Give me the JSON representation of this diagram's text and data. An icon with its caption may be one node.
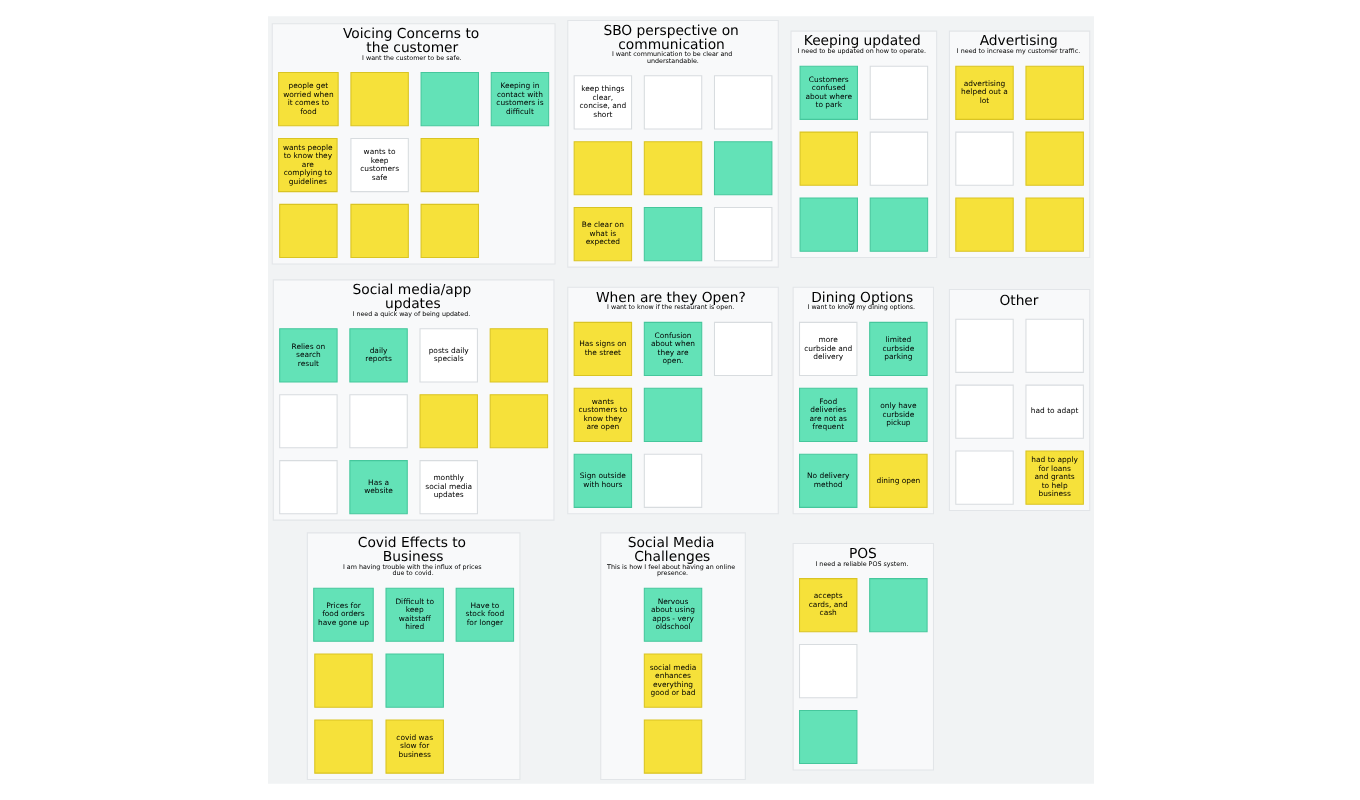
{
  "diagram": {
    "nodes": [
      {
        "text": [
          "SBO perspective on communication",
          "I want communication to be clear and understandable."
        ]
      },
      {
        "text": [
          "keep things clear, concise, and short"
        ],
        "in": 0
      },
      {
        "text": [],
        "shape": "box",
        "in": 0
      },
      {
        "text": [
          "Be clear on what is expected"
        ],
        "in": 0
      },
      {
        "text": [],
        "shape": "box",
        "in": 0
      },
      {
        "text": [],
        "shape": "box",
        "in": 0
      },
      {
        "text": [],
        "shape": "box",
        "in": 0
      },
      {
        "text": [],
        "shape": "box",
        "in": 0
      },
      {
        "text": [],
        "shape": "box",
        "in": 0
      },
      {
        "text": [],
        "shape": "box",
        "in": 0
      },
      {
        "text": [
          "Keeping updated",
          "I need to be updated on how to operate."
        ]
      },
      {
        "text": [
          "Customers confused about where to park"
        ],
        "in": 10
      },
      {
        "text": [],
        "shape": "box",
        "in": 10
      },
      {
        "text": [],
        "shape": "box",
        "in": 10
      },
      {
        "text": [],
        "shape": "box",
        "in": 10
      },
      {
        "text": [],
        "shape": "box",
        "in": 10
      },
      {
        "text": [],
        "shape": "box",
        "in": 10
      },
      {
        "text": [
          "Social media/app updates",
          "I need a quick way of being updated."
        ]
      },
      {
        "text": [
          "Relies on search result"
        ],
        "in": 17
      },
      {
        "text": [],
        "shape": "box",
        "in": 17
      },
      {
        "text": [],
        "shape": "box",
        "in": 17
      },
      {
        "text": [
          "daily reports"
        ],
        "in": 17
      },
      {
        "text": [],
        "shape": "box",
        "in": 17
      },
      {
        "text": [
          "Has a website"
        ],
        "in": 17
      },
      {
        "text": [
          "posts daily specials"
        ],
        "in": 17
      },
      {
        "text": [],
        "shape": "box",
        "in": 17
      },
      {
        "text": [
          "monthly social media updates"
        ],
        "in": 17
      },
      {
        "text": [],
        "shape": "box",
        "in": 17
      },
      {
        "text": [],
        "shape": "box",
        "in": 17
      },
      {
        "text": [
          "When are they Open?",
          "I want to know if the restaurant is open."
        ]
      },
      {
        "text": [
          "Has signs on the street"
        ],
        "in": 29
      },
      {
        "text": [
          "wants customers to know they are open"
        ],
        "in": 29
      },
      {
        "text": [
          "Sign outside with hours"
        ],
        "in": 29
      },
      {
        "text": [
          "Confusion about when they are open."
        ],
        "in": 29
      },
      {
        "text": [],
        "shape": "box",
        "in": 29
      },
      {
        "text": [],
        "shape": "box",
        "in": 29
      },
      {
        "text": [],
        "shape": "box",
        "in": 29
      },
      {
        "text": [
          "Voicing Concerns to the customer",
          "I want the customer to be safe."
        ]
      },
      {
        "text": [
          "wants people to know they are complying to guidelines"
        ],
        "in": 37
      },
      {
        "text": [],
        "shape": "box",
        "in": 37
      },
      {
        "text": [
          "people get worried when it comes to food"
        ],
        "in": 37
      },
      {
        "text": [],
        "shape": "box",
        "in": 37
      },
      {
        "text": [
          "wants to keep customers safe"
        ],
        "in": 37
      },
      {
        "text": [],
        "shape": "box",
        "in": 37
      },
      {
        "text": [],
        "shape": "box",
        "in": 37
      },
      {
        "text": [],
        "shape": "box",
        "in": 37
      },
      {
        "text": [],
        "shape": "box",
        "in": 37
      },
      {
        "text": [
          "Keeping in contact with customers is difficult"
        ],
        "in": 37
      },
      {
        "text": [
          "Dining Options",
          "I want to know my dining options."
        ]
      },
      {
        "text": [
          "more curbside and delivery"
        ],
        "in": 48
      },
      {
        "text": [
          "Food deliveries are not as frequent"
        ],
        "in": 48
      },
      {
        "text": [
          "No delivery method"
        ],
        "in": 48
      },
      {
        "text": [
          "limited curbside parking"
        ],
        "in": 48
      },
      {
        "text": [
          "only have curbside pickup"
        ],
        "in": 48
      },
      {
        "text": [
          "dining open"
        ],
        "in": 48
      },
      {
        "text": [
          "POS",
          "I need a reliable POS system."
        ]
      },
      {
        "text": [
          "accepts cards, and cash"
        ],
        "in": 55
      },
      {
        "text": [],
        "shape": "box",
        "in": 55
      },
      {
        "text": [],
        "shape": "box",
        "in": 55
      },
      {
        "text": [],
        "shape": "box",
        "in": 55
      },
      {
        "text": [
          "Advertising",
          "I need to increase my customer traffic."
        ]
      },
      {
        "text": [
          "advertising helped out a lot"
        ],
        "in": 60
      },
      {
        "text": [],
        "shape": "box",
        "in": 60
      },
      {
        "text": [],
        "shape": "box",
        "in": 60
      },
      {
        "text": [],
        "shape": "box",
        "in": 60
      },
      {
        "text": [],
        "shape": "box",
        "in": 60
      },
      {
        "text": [],
        "shape": "box",
        "in": 60
      },
      {
        "text": [
          "Social Media Challenges",
          "This is how I feel about having an online presence."
        ]
      },
      {
        "text": [
          "Nervous about using apps - very oldschool"
        ],
        "in": 67
      },
      {
        "text": [
          "social media enhances everything good or bad"
        ],
        "in": 67
      },
      {
        "text": [],
        "shape": "box",
        "in": 67
      },
      {
        "text": [
          "Covid Effects to Business",
          "I am having trouble with the influx of prices due to covid."
        ]
      },
      {
        "text": [],
        "shape": "box",
        "in": 71
      },
      {
        "text": [],
        "shape": "box",
        "in": 71
      },
      {
        "text": [
          "Difficult to keep waitstaff hired"
        ],
        "in": 71
      },
      {
        "text": [],
        "shape": "box",
        "in": 71
      },
      {
        "text": [
          "covid was slow for business"
        ],
        "in": 71
      },
      {
        "text": [
          "Prices for food orders have gone up"
        ],
        "in": 71
      },
      {
        "text": [
          "Have to stock food for longer"
        ],
        "in": 71
      },
      {
        "text": [
          "Other"
        ]
      },
      {
        "text": [],
        "shape": "box",
        "in": 79
      },
      {
        "text": [],
        "shape": "box",
        "in": 79
      },
      {
        "text": [],
        "shape": "box",
        "in": 79
      },
      {
        "text": [],
        "shape": "box",
        "in": 79
      },
      {
        "text": [
          "had to adapt"
        ],
        "in": 79
      },
      {
        "text": [
          "had to apply for loans and grants to help business"
        ],
        "in": 79
      }
    ],
    "edges": []
  }
}
